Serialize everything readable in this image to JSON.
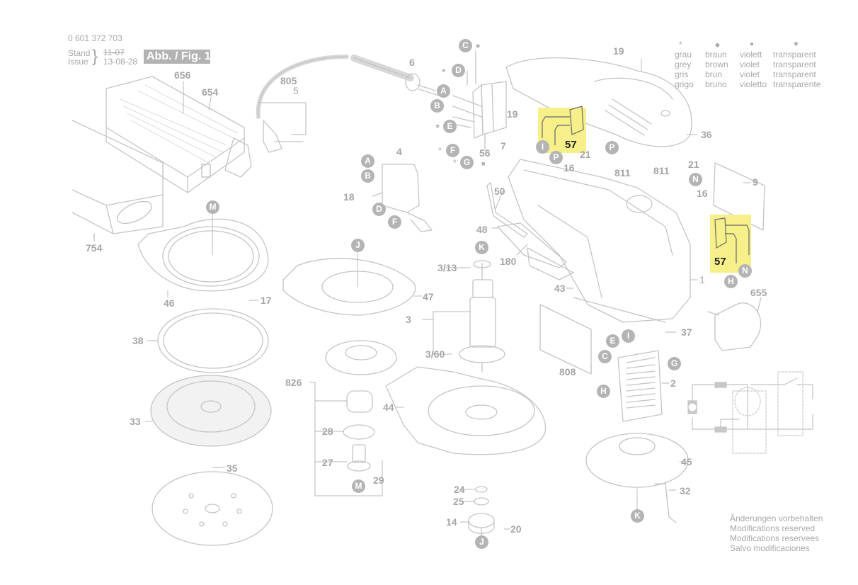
{
  "header": {
    "part_number": "0 601 372 703",
    "stand_label": "Stand",
    "issue_label": "Issue",
    "old_date": "11-07",
    "date": "13-08-28",
    "figure_badge": "Abb. / Fig. 1"
  },
  "legend": {
    "columns": [
      {
        "symbol": "*",
        "symbol_name": "asterisk",
        "words": [
          "grau",
          "grey",
          "gris",
          "grigo"
        ]
      },
      {
        "symbol": "◆",
        "symbol_name": "diamond",
        "words": [
          "braun",
          "brown",
          "brun",
          "bruno"
        ]
      },
      {
        "symbol": "●",
        "symbol_name": "dot",
        "words": [
          "violett",
          "violet",
          "violet",
          "violetto"
        ]
      },
      {
        "symbol": "★",
        "symbol_name": "star",
        "words": [
          "transparent",
          "transparent",
          "transparent",
          "transparente"
        ]
      }
    ]
  },
  "notes": [
    "Änderungen vorbehalten",
    "Modifications reserved",
    "Modifications reservees",
    "Salvo modificaciones"
  ],
  "highlight_color": "#f7ef8a",
  "part_labels": {
    "p656": "656",
    "p654": "654",
    "p754": "754",
    "p805": "805",
    "p5": "5",
    "p6": "6",
    "p4": "4",
    "p18": "18",
    "p56": "56",
    "p19a": "19",
    "p7": "7",
    "p57a": "57",
    "p21a": "21",
    "p16a": "16",
    "p811a": "811",
    "p811b": "811",
    "p21b": "21",
    "p16b": "16",
    "p19b": "19",
    "p36": "36",
    "p9": "9",
    "p50": "50",
    "p48": "48",
    "p180": "180",
    "p57b": "57",
    "p1": "1",
    "p655": "655",
    "p43": "43",
    "p37": "37",
    "p808": "808",
    "p2": "2",
    "p45": "45",
    "p32": "32",
    "p46": "46",
    "p17": "17",
    "p38": "38",
    "p33": "33",
    "p35": "35",
    "p47": "47",
    "p3_13": "3/13",
    "p3": "3",
    "p3_60": "3/60",
    "p826": "826",
    "p44": "44",
    "p28": "28",
    "p27": "27",
    "p29": "29",
    "p24": "24",
    "p25": "25",
    "p14": "14",
    "p20": "20"
  },
  "callouts": {
    "c_C_top": "C",
    "c_D_top": "D",
    "c_A_top": "A",
    "c_B_top": "B",
    "c_E_top": "E",
    "c_F_top": "F",
    "c_G_top": "G",
    "c_I_top": "I",
    "c_P_top": "P",
    "c_P_mid": "P",
    "c_N_mid": "N",
    "c_A_sw": "A",
    "c_B_sw": "B",
    "c_D_sw": "D",
    "c_F_sw": "F",
    "c_M_top": "M",
    "c_J_mid": "J",
    "c_K_mid": "K",
    "c_H_right": "H",
    "c_N_right": "N",
    "c_I_field": "I",
    "c_E_field": "E",
    "c_C_field": "C",
    "c_G_field": "G",
    "c_H_field": "H",
    "c_M_low": "M",
    "c_J_low": "J",
    "c_K_low": "K"
  },
  "symbols": {
    "diamond": "◆",
    "dot": "●",
    "star": "★",
    "asterisk": "*",
    "square": "■"
  }
}
